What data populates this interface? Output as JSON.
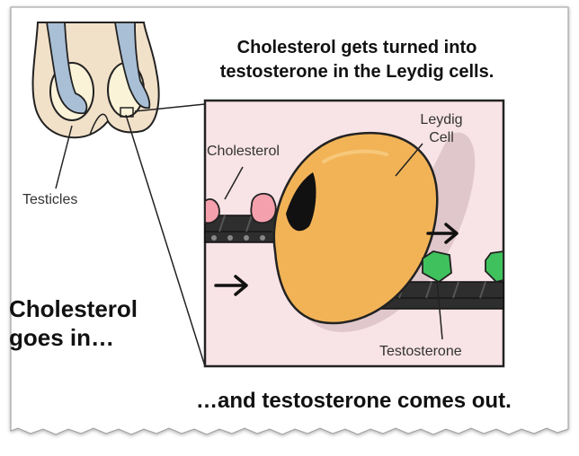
{
  "title_line1": "Cholesterol gets turned into",
  "title_line2": "testosterone in the Leydig cells.",
  "left_caption_line1": "Cholesterol",
  "left_caption_line2": "goes in…",
  "bottom_caption": "…and testosterone comes out.",
  "labels": {
    "testicles": "Testicles",
    "cholesterol": "Cholesterol",
    "leydig_line1": "Leydig",
    "leydig_line2": "Cell",
    "testosterone": "Testosterone"
  },
  "colors": {
    "panel_fill": "#f8e3e6",
    "cell_fill": "#f2b357",
    "cholesterol_fill": "#f5a0ad",
    "testosterone_fill": "#3fc25d",
    "conveyor_fill": "#2e2e2e",
    "skin_fill": "#f2e1c9"
  }
}
